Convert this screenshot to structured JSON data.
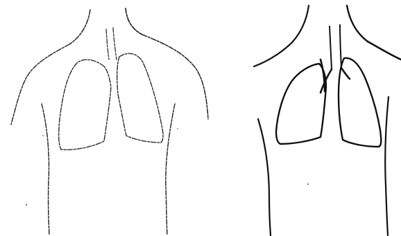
{
  "figures": [
    {
      "id": "left-torso",
      "style": "faint sketch",
      "parts": [
        "neck",
        "shoulders",
        "torso-sides",
        "left-lung",
        "right-lung",
        "trachea"
      ]
    },
    {
      "id": "right-torso",
      "style": "bold sketch",
      "parts": [
        "neck",
        "shoulders",
        "torso-sides",
        "left-lung",
        "right-lung",
        "trachea",
        "bronchi"
      ]
    }
  ],
  "colors": {
    "background": "#ffffff",
    "ink": "#111111",
    "faint_ink": "#2a2a2a"
  }
}
